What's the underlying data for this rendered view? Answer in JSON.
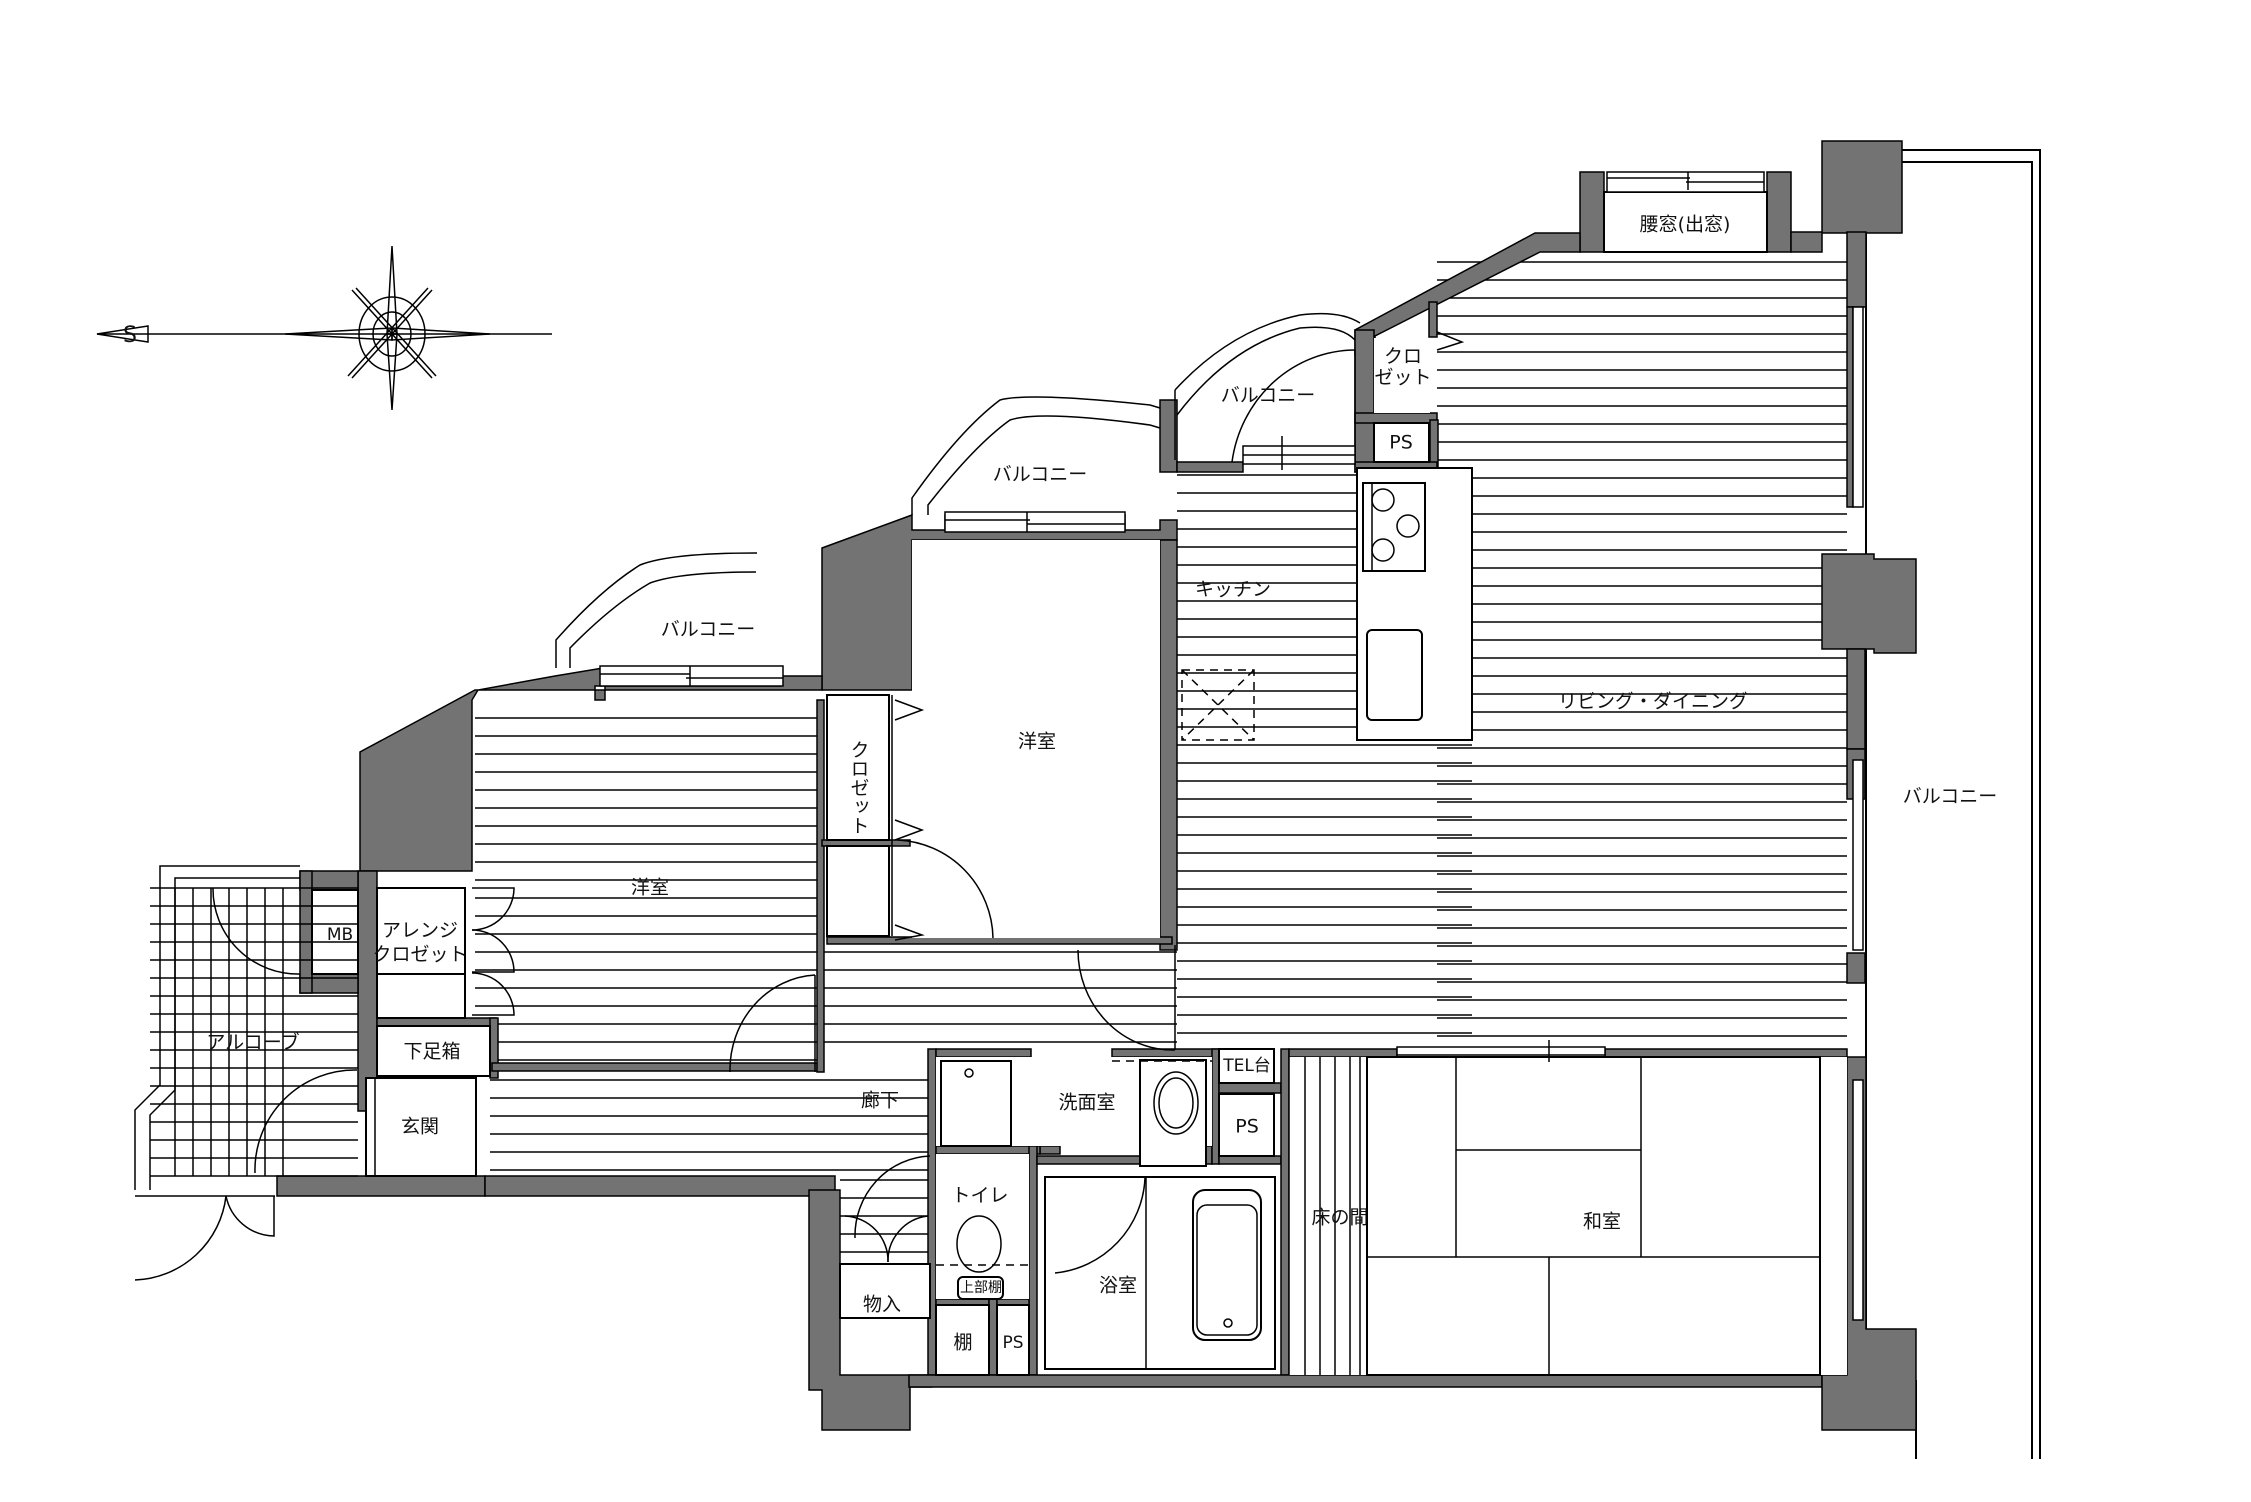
{
  "plan": {
    "colors": {
      "wall": "#737373",
      "line": "#000000",
      "background": "#ffffff"
    },
    "compass": {
      "direction_label": "S",
      "icon": "compass-rose-icon"
    },
    "rooms": {
      "bay_window": "腰窓(出窓)",
      "closet_kitchen": "クロ\nゼット",
      "closet_kitchen_line1": "クロ",
      "closet_kitchen_line2": "ゼット",
      "ps_kitchen": "PS",
      "balcony_round": "バルコニー",
      "balcony_middle": "バルコニー",
      "balcony_left": "バルコニー",
      "balcony_right": "バルコニー",
      "kitchen": "キッチン",
      "living_dining": "リビング・ダイニング",
      "western_room_center": "洋室",
      "western_room_left": "洋室",
      "closet_vertical": "クロゼット",
      "mb": "MB",
      "arrange_closet_line1": "アレンジ",
      "arrange_closet_line2": "クロゼット",
      "alcove": "アルコーブ",
      "shoe_box": "下足箱",
      "entrance": "玄関",
      "hallway": "廊下",
      "washroom": "洗面室",
      "tel_stand": "TEL台",
      "ps_washroom": "PS",
      "toilet": "トイレ",
      "upper_shelf": "上部棚",
      "storage": "物入",
      "shelf": "棚",
      "ps_toilet": "PS",
      "bathroom": "浴室",
      "tokonoma": "床の間",
      "japanese_room": "和室"
    }
  }
}
